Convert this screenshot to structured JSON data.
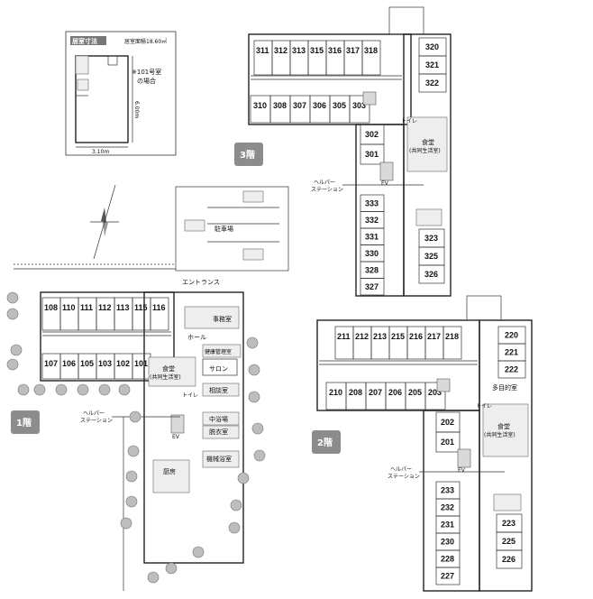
{
  "inset": {
    "title": "居室寸法",
    "area": "居室面積18.60㎡",
    "note_line1": "※101号室",
    "note_line2": "の場合",
    "width_dim": "3.10m",
    "height_dim": "6.00m"
  },
  "floor3": {
    "badge": "3階",
    "top_rooms": [
      "311",
      "312",
      "313",
      "315",
      "316",
      "317",
      "318"
    ],
    "bottom_rooms": [
      "310",
      "308",
      "307",
      "306",
      "305",
      "303"
    ],
    "right_top_rooms": [
      "320",
      "321",
      "322"
    ],
    "mid_rooms": [
      "302",
      "301"
    ],
    "lower_left_rooms": [
      "333",
      "332",
      "331",
      "330",
      "328",
      "327"
    ],
    "lower_right_rooms": [
      "323",
      "325",
      "326"
    ],
    "dining_line1": "食堂",
    "dining_line2": "(共同生活室)",
    "toilet": "トイレ",
    "ev": "EV",
    "helper_line1": "ヘルパー",
    "helper_line2": "ステーション"
  },
  "floor2": {
    "badge": "2階",
    "top_rooms": [
      "211",
      "212",
      "213",
      "215",
      "216",
      "217",
      "218"
    ],
    "bottom_rooms": [
      "210",
      "208",
      "207",
      "206",
      "205",
      "203"
    ],
    "right_top_rooms": [
      "220",
      "221",
      "222"
    ],
    "multipurpose": "多目的室",
    "mid_rooms": [
      "202",
      "201"
    ],
    "lower_left_rooms": [
      "233",
      "232",
      "231",
      "230",
      "228",
      "227"
    ],
    "lower_right_rooms": [
      "223",
      "225",
      "226"
    ],
    "dining_line1": "食堂",
    "dining_line2": "(共同生活室)",
    "toilet": "トイレ",
    "ev": "EV",
    "helper_line1": "ヘルパー",
    "helper_line2": "ステーション"
  },
  "floor1": {
    "badge": "1階",
    "top_rooms": [
      "108",
      "110",
      "111",
      "112",
      "113",
      "115",
      "116"
    ],
    "bottom_rooms": [
      "107",
      "106",
      "105",
      "103",
      "102",
      "101"
    ],
    "entrance": "エントランス",
    "parking": "駐車場",
    "office": "事務室",
    "hall": "ホール",
    "health": "健康管理室",
    "dining_line1": "食堂",
    "dining_line2": "(共同生活室)",
    "salon": "サロン",
    "consult": "相談室",
    "toilet": "トイレ",
    "changing": "脱衣室",
    "bath": "中浴場",
    "ev": "EV",
    "machine": "機械浴室",
    "kitchen": "厨房",
    "helper_line1": "ヘルパー",
    "helper_line2": "ステーション"
  },
  "colors": {
    "badge_bg": "#8c8c8c",
    "line": "#222222"
  }
}
